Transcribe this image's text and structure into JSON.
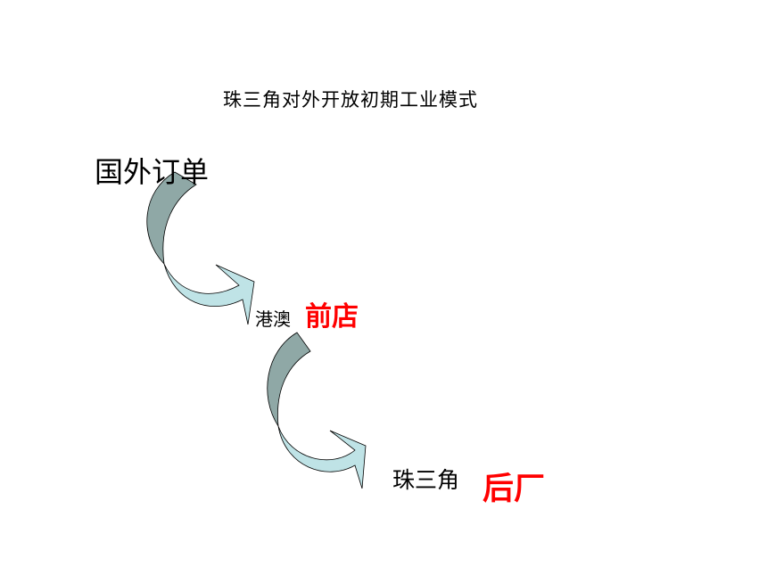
{
  "diagram": {
    "title": "珠三角对外开放初期工业模式",
    "nodes": {
      "foreign_orders": "国外订单",
      "hk_macau": "港澳",
      "front_shop": "前店",
      "pearl_river_delta": "珠三角",
      "back_factory": "后厂"
    },
    "colors": {
      "arrow_dark": "#8fa8a6",
      "arrow_light": "#bfe3e6",
      "arrow_stroke": "#000000",
      "accent_red": "#ff0000",
      "text": "#000000"
    },
    "icons": [
      "curved-arrow-icon",
      "curved-arrow-icon"
    ]
  }
}
